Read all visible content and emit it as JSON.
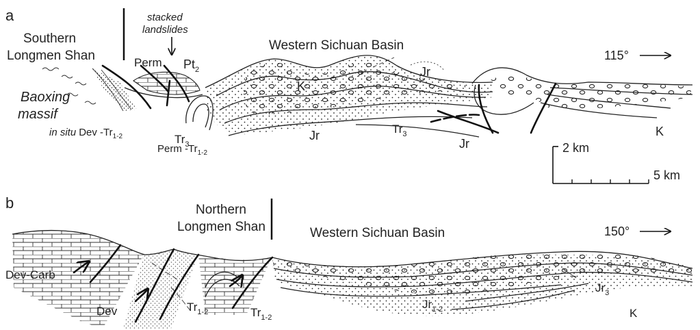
{
  "panel_a": {
    "letter": "a",
    "region_left_1": "Southern",
    "region_left_2": "Longmen Shan",
    "annotation_1": "stacked",
    "annotation_2": "landslides",
    "region_right": "Western Sichuan Basin",
    "direction": "115°",
    "massif_1": "Baoxing",
    "massif_2": "massif",
    "units": {
      "perm": "Perm",
      "pt_base": "Pt",
      "pt_sub": "2",
      "k_left": "K",
      "k_right": "K",
      "jr_top": "Jr",
      "jr_mid": "Jr",
      "jr_right": "Jr",
      "tr3_left_base": "Tr",
      "tr3_left_sub": "3",
      "tr3_right_base": "Tr",
      "tr3_right_sub": "3",
      "insitu_prefix": "in situ",
      "insitu_base": "Dev -Tr",
      "insitu_sub": "1-2",
      "permtr_base": "Perm -Tr",
      "permtr_sub": "1-2"
    }
  },
  "panel_b": {
    "letter": "b",
    "region_left_1": "Northern",
    "region_left_2": "Longmen Shan",
    "region_right": "Western Sichuan Basin",
    "direction": "150°",
    "units": {
      "devcarb": "Dev-Carb",
      "dev": "Dev",
      "tr_a_base": "Tr",
      "tr_a_sub": "1-2",
      "tr_b_base": "Tr",
      "tr_b_sub": "1-2",
      "jr12_base": "Jr",
      "jr12_sub": "1-2",
      "jr3_base": "Jr",
      "jr3_sub": "3",
      "k": "K"
    }
  },
  "scale": {
    "vertical": "2 km",
    "horizontal": "5 km"
  }
}
